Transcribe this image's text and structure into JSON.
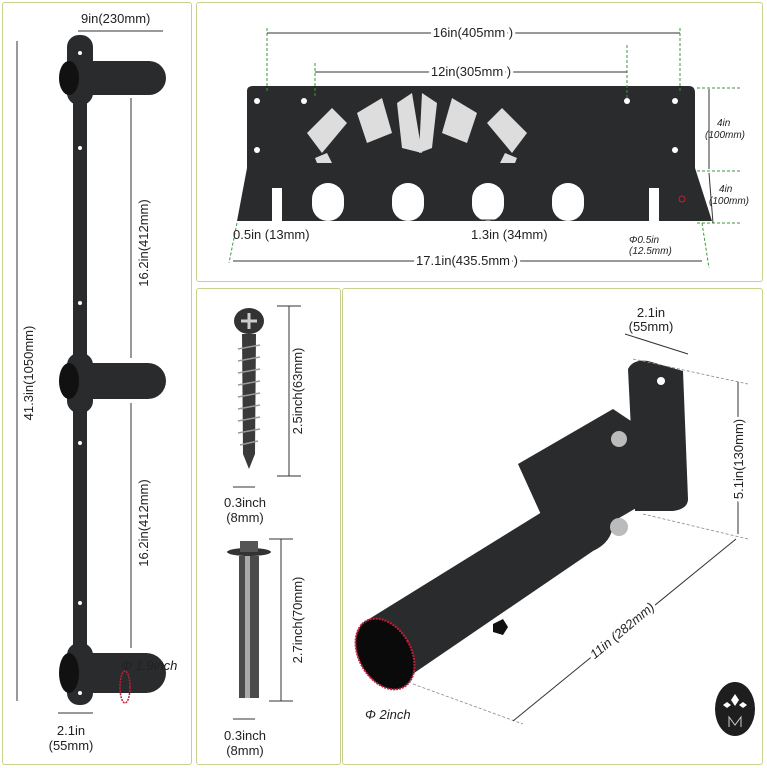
{
  "left_rack": {
    "peg_spacing_width": "9in(230mm)",
    "total_height": "41.3in(1050mm)",
    "upper_spacing": "16.2in(412mm)",
    "lower_spacing": "16.2in(412mm)",
    "peg_diameter": "Φ 1.9inch",
    "base_width_in": "2.1in",
    "base_width_mm": "(55mm)"
  },
  "wall_bracket": {
    "outer_hole_span": "16in(405mm )",
    "inner_hole_span": "12in(305mm )",
    "upper_height_in": "4in",
    "upper_height_mm": "(100mm)",
    "lower_height_in": "4in",
    "lower_height_mm": "(100mm)",
    "edge_gap": "0.5in (13mm)",
    "slot_width": "1.3in (34mm)",
    "hole_diameter_in": "Φ0.5in",
    "hole_diameter_mm": "(12.5mm)",
    "total_width": "17.1in(435.5mm )"
  },
  "hardware": {
    "screw_length": "2.5inch(63mm)",
    "screw_diameter_in": "0.3inch",
    "screw_diameter_mm": "(8mm)",
    "anchor_length": "2.7inch(70mm)",
    "anchor_diameter_in": "0.3inch",
    "anchor_diameter_mm": "(8mm)"
  },
  "landmine": {
    "plate_width_in": "2.1in",
    "plate_width_mm": "(55mm)",
    "plate_height": "5.1in(130mm)",
    "sleeve_length": "11in (282mm)",
    "sleeve_diameter": "Φ 2inch"
  },
  "colors": {
    "border": "#c9d08f",
    "guide": "#3a9a3a",
    "metal": "#2a2b2d",
    "accent": "#c0203a"
  }
}
